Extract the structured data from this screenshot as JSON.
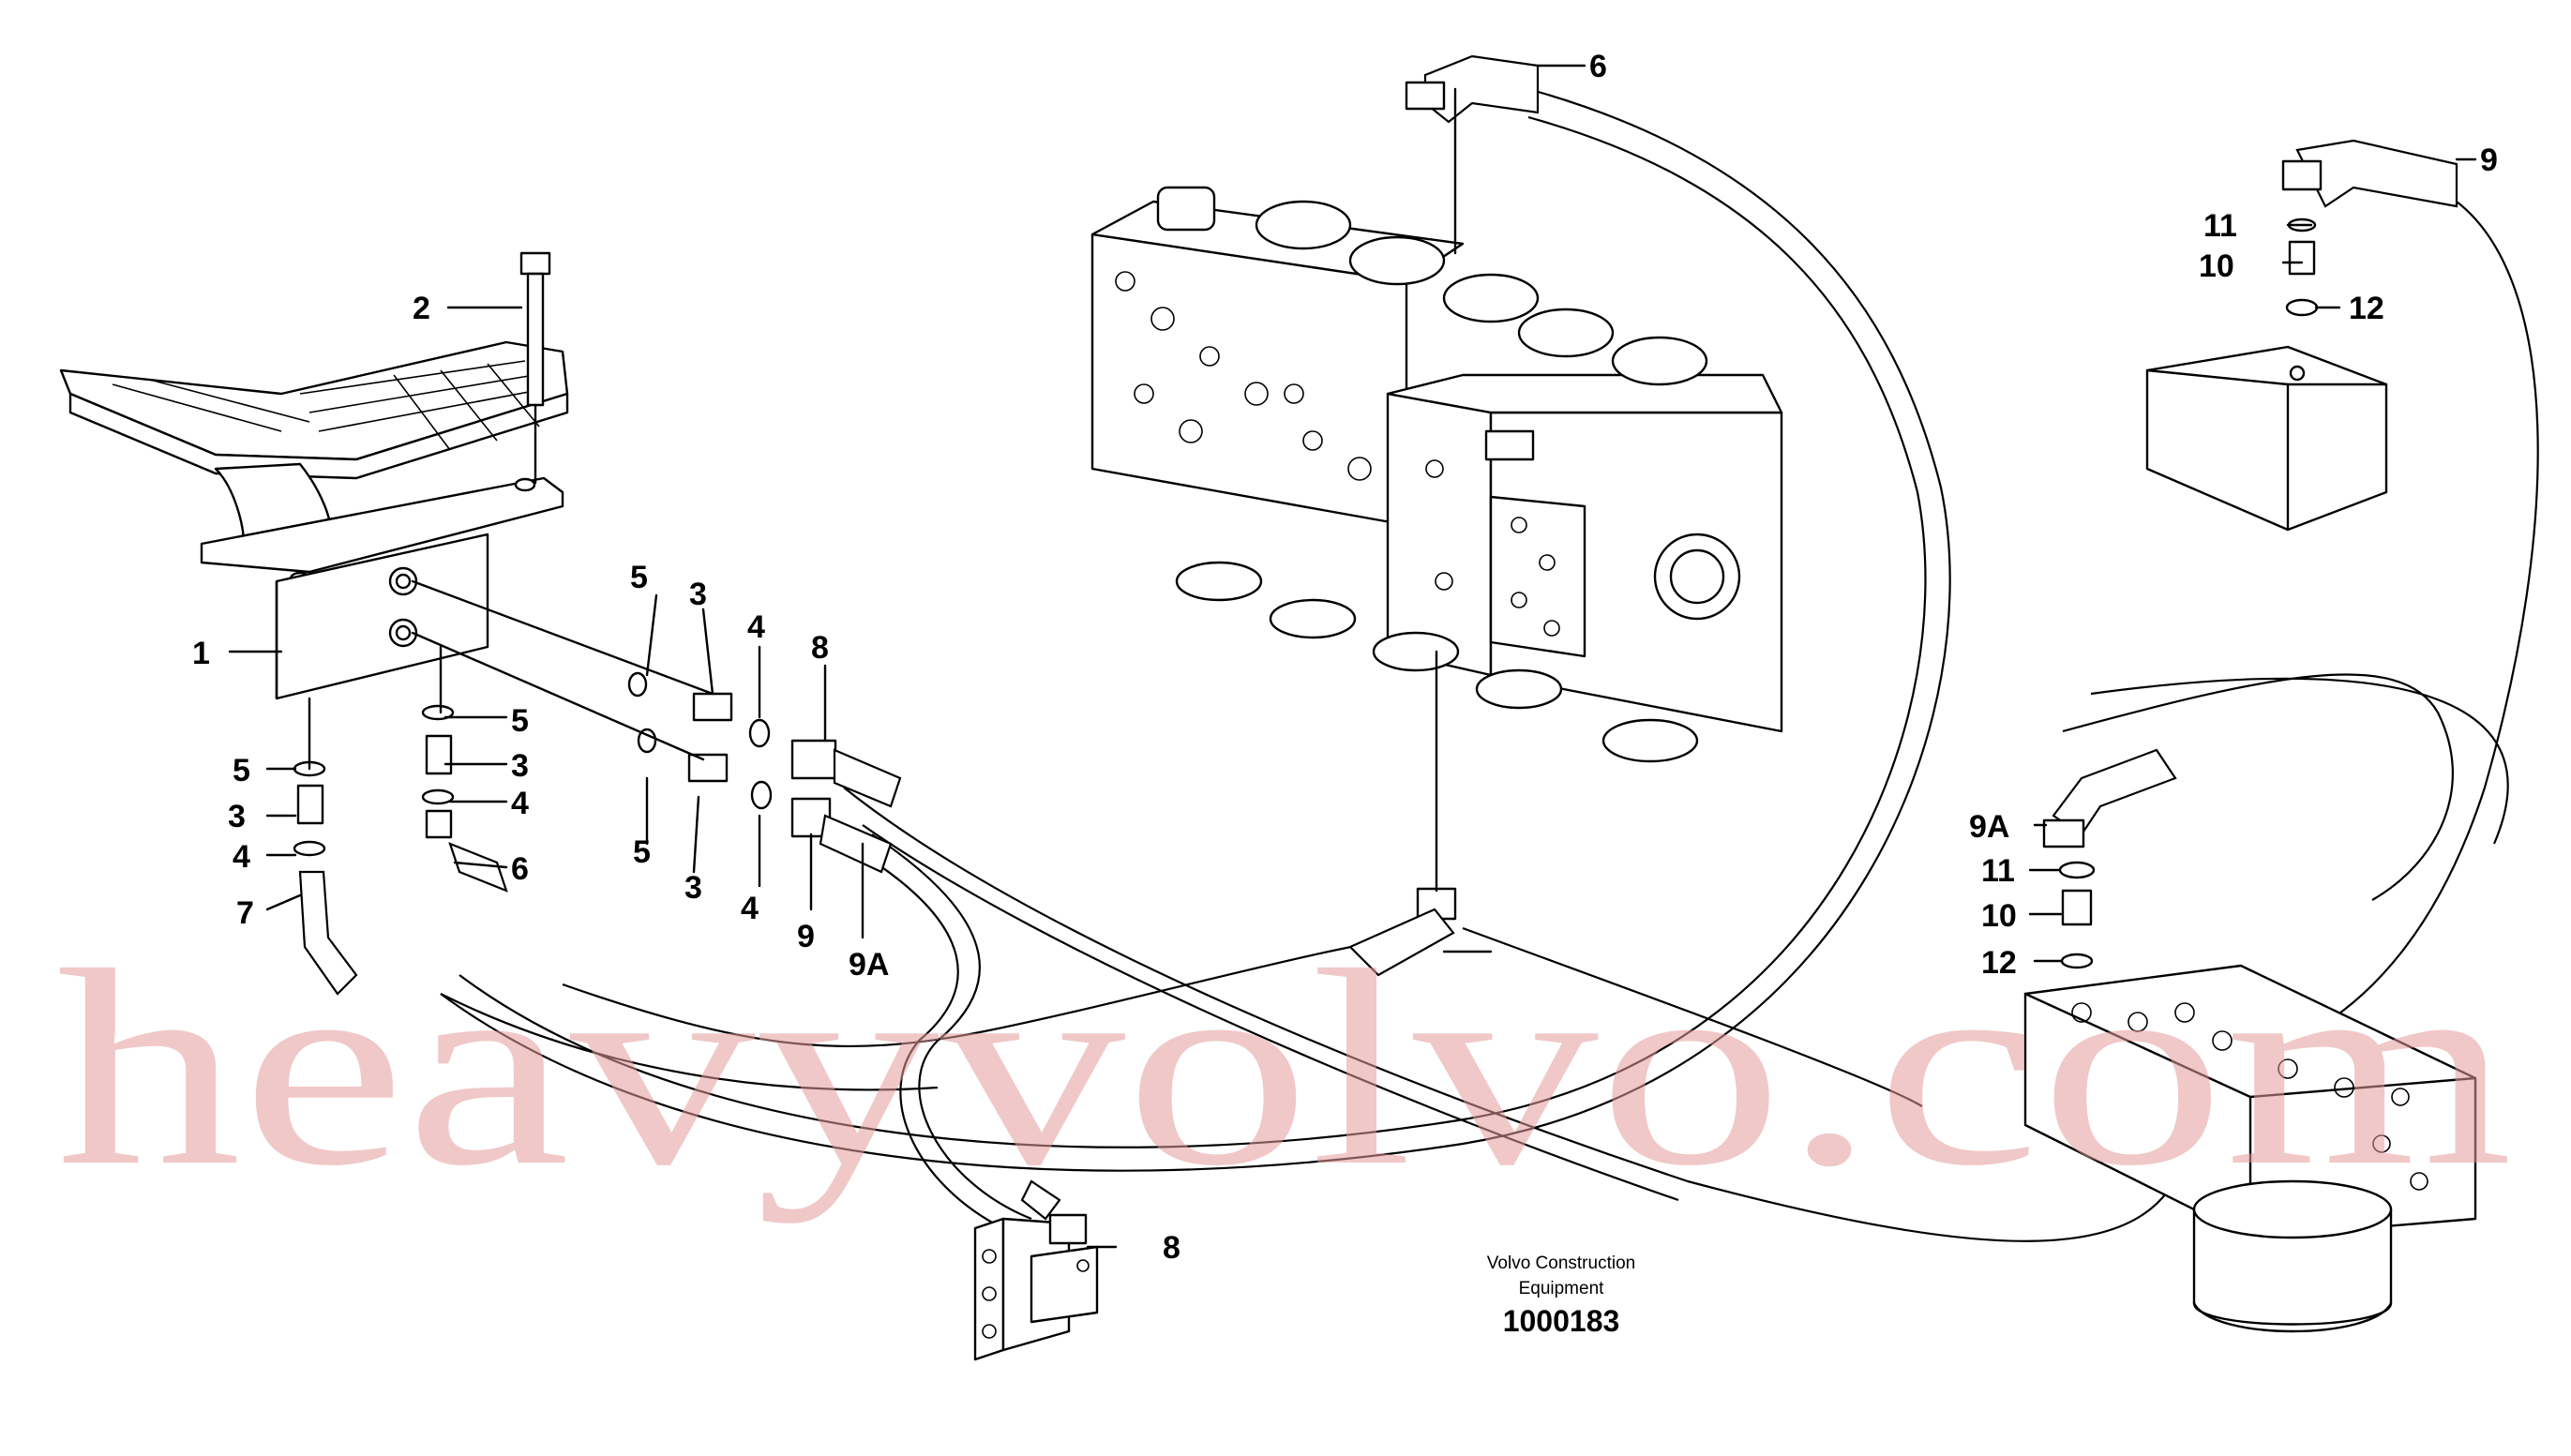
{
  "caption": {
    "line1": "Volvo Construction",
    "line2": "Equipment",
    "number": "1000183"
  },
  "watermark": "heavyvolvo.com",
  "callouts": [
    {
      "id": "c1",
      "label": "1"
    },
    {
      "id": "c2",
      "label": "2"
    },
    {
      "id": "c3a",
      "label": "3"
    },
    {
      "id": "c3b",
      "label": "3"
    },
    {
      "id": "c3c",
      "label": "3"
    },
    {
      "id": "c3d",
      "label": "3"
    },
    {
      "id": "c4a",
      "label": "4"
    },
    {
      "id": "c4b",
      "label": "4"
    },
    {
      "id": "c4c",
      "label": "4"
    },
    {
      "id": "c4d",
      "label": "4"
    },
    {
      "id": "c5a",
      "label": "5"
    },
    {
      "id": "c5b",
      "label": "5"
    },
    {
      "id": "c5c",
      "label": "5"
    },
    {
      "id": "c5d",
      "label": "5"
    },
    {
      "id": "c6a",
      "label": "6"
    },
    {
      "id": "c6b",
      "label": "6"
    },
    {
      "id": "c7",
      "label": "7"
    },
    {
      "id": "c8a",
      "label": "8"
    },
    {
      "id": "c8b",
      "label": "8"
    },
    {
      "id": "c9a",
      "label": "9"
    },
    {
      "id": "c9b",
      "label": "9"
    },
    {
      "id": "c9A1",
      "label": "9A"
    },
    {
      "id": "c9A2",
      "label": "9A"
    },
    {
      "id": "c10a",
      "label": "10"
    },
    {
      "id": "c10b",
      "label": "10"
    },
    {
      "id": "c11a",
      "label": "11"
    },
    {
      "id": "c11b",
      "label": "11"
    },
    {
      "id": "c12a",
      "label": "12"
    },
    {
      "id": "c12b",
      "label": "12"
    }
  ]
}
